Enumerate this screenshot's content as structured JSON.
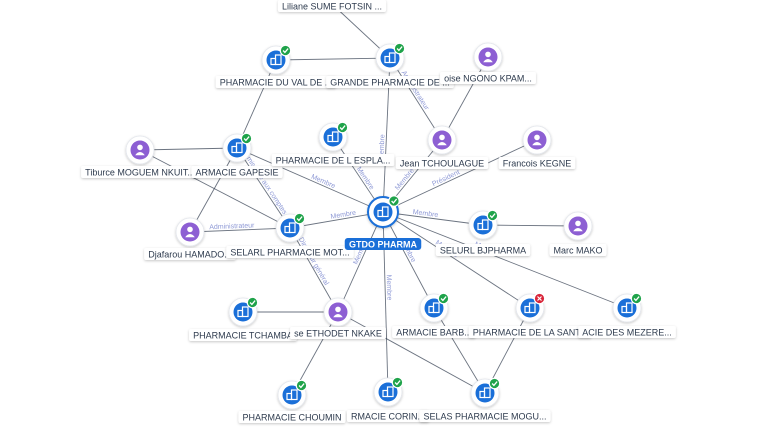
{
  "graph": {
    "center": {
      "label": "GTDO PHARMA",
      "kind": "company",
      "status": "ok"
    },
    "colors": {
      "company": "#1a6fd8",
      "person": "#8d5fd3",
      "ok": "#1fa34a",
      "closed": "#d9263a",
      "edge": "#3a4455",
      "edge_label": "#8f9ad6",
      "label_text": "#2e3b4e"
    },
    "nodes": [
      {
        "id": "n1",
        "label": "Liliane SUME FOTSIN ...",
        "kind": "none"
      },
      {
        "id": "n2",
        "label": "PHARMACIE DU VAL DE ...",
        "kind": "company",
        "status": "ok"
      },
      {
        "id": "n3",
        "label": "GRANDE PHARMACIE DE ...",
        "kind": "company",
        "status": "ok"
      },
      {
        "id": "n4",
        "label": "oise NGONO KPAM...",
        "kind": "person"
      },
      {
        "id": "n5",
        "label": "Tiburce MOGUEM NKUIT...",
        "kind": "person"
      },
      {
        "id": "n6",
        "label": "ARMACIE GAPESIE",
        "kind": "company",
        "status": "ok"
      },
      {
        "id": "n7",
        "label": "PHARMACIE DE L ESPLA...",
        "kind": "company",
        "status": "ok"
      },
      {
        "id": "n8",
        "label": "Jean TCHOULAGUE",
        "kind": "person"
      },
      {
        "id": "n9",
        "label": "Francois KEGNE",
        "kind": "person"
      },
      {
        "id": "n10",
        "label": "Djafarou HAMADO...",
        "kind": "person"
      },
      {
        "id": "n11",
        "label": "SELARL PHARMACIE MOT...",
        "kind": "company",
        "status": "ok"
      },
      {
        "id": "n12",
        "label": "SELURL BJPHARMA",
        "kind": "company",
        "status": "ok"
      },
      {
        "id": "n13",
        "label": "Marc MAKO",
        "kind": "person"
      },
      {
        "id": "n14",
        "label": "PHARMACIE TCHAMBA",
        "kind": "company",
        "status": "ok"
      },
      {
        "id": "n15",
        "label": "se ETHODET NKAKE",
        "kind": "person"
      },
      {
        "id": "n16",
        "label": "ARMACIE BARB...",
        "kind": "company",
        "status": "ok"
      },
      {
        "id": "n17",
        "label": "PHARMACIE DE LA SANT...",
        "kind": "company",
        "status": "closed"
      },
      {
        "id": "n18",
        "label": "ACIE DES MEZERE...",
        "kind": "company",
        "status": "ok"
      },
      {
        "id": "n19",
        "label": "PHARMACIE CHOUMIN",
        "kind": "company",
        "status": "ok"
      },
      {
        "id": "n20",
        "label": "RMACIE CORIN...",
        "kind": "company",
        "status": "ok"
      },
      {
        "id": "n21",
        "label": "SELAS PHARMACIE MOGU...",
        "kind": "company",
        "status": "ok"
      }
    ],
    "edges": [
      {
        "from": "center",
        "to": "n3",
        "label": "Membre"
      },
      {
        "from": "center",
        "to": "n7",
        "label": "Membre"
      },
      {
        "from": "center",
        "to": "n6",
        "label": "Membre"
      },
      {
        "from": "center",
        "to": "n8",
        "label": "Membre"
      },
      {
        "from": "center",
        "to": "n9",
        "label": "Président"
      },
      {
        "from": "center",
        "to": "n11",
        "label": "Membre"
      },
      {
        "from": "center",
        "to": "n12",
        "label": "Membre"
      },
      {
        "from": "center",
        "to": "n15",
        "label": "Membre"
      },
      {
        "from": "center",
        "to": "n16",
        "label": "Membre"
      },
      {
        "from": "center",
        "to": "n17",
        "label": "Membre"
      },
      {
        "from": "center",
        "to": "n18",
        "label": "Membre"
      },
      {
        "from": "center",
        "to": "n20",
        "label": "Membre"
      },
      {
        "from": "n2",
        "to": "n3",
        "label": ""
      },
      {
        "from": "n2",
        "to": "n6",
        "label": ""
      },
      {
        "from": "n1",
        "to": "n3",
        "label": ""
      },
      {
        "from": "n4",
        "to": "n8",
        "label": ""
      },
      {
        "from": "n3",
        "to": "n8",
        "label": "Administrateur"
      },
      {
        "from": "n5",
        "to": "n6",
        "label": ""
      },
      {
        "from": "n5",
        "to": "n11",
        "label": ""
      },
      {
        "from": "n10",
        "to": "n11",
        "label": "Administrateur"
      },
      {
        "from": "n10",
        "to": "n6",
        "label": ""
      },
      {
        "from": "n6",
        "to": "n11",
        "label": "Commissaire aux comptes"
      },
      {
        "from": "n12",
        "to": "n13",
        "label": ""
      },
      {
        "from": "n14",
        "to": "n15",
        "label": ""
      },
      {
        "from": "n19",
        "to": "n15",
        "label": ""
      },
      {
        "from": "n21",
        "to": "n15",
        "label": ""
      },
      {
        "from": "n11",
        "to": "n15",
        "label": "Directeur général"
      },
      {
        "from": "n17",
        "to": "n21",
        "label": ""
      },
      {
        "from": "n16",
        "to": "n21",
        "label": ""
      }
    ]
  }
}
